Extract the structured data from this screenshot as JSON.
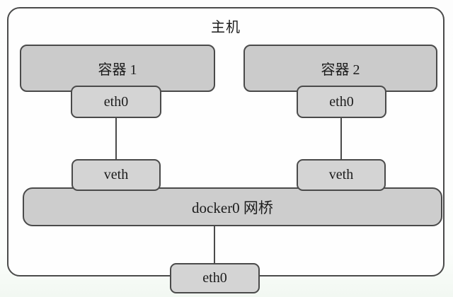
{
  "diagram": {
    "host": {
      "label": "主机"
    },
    "containers": [
      {
        "label": "容器 1",
        "eth": "eth0",
        "veth": "veth"
      },
      {
        "label": "容器 2",
        "eth": "eth0",
        "veth": "veth"
      }
    ],
    "bridge": {
      "label": "docker0 网桥"
    },
    "host_nic": {
      "label": "eth0"
    },
    "colors": {
      "box_fill": "#cdcdcd",
      "box_fill_light": "#d4d4d4",
      "box_border": "#4a4a4a",
      "line": "#4a4a4a",
      "text": "#1c1c1c",
      "canvas_bg": "#f7faf7",
      "host_bg": "#fefefe"
    }
  }
}
